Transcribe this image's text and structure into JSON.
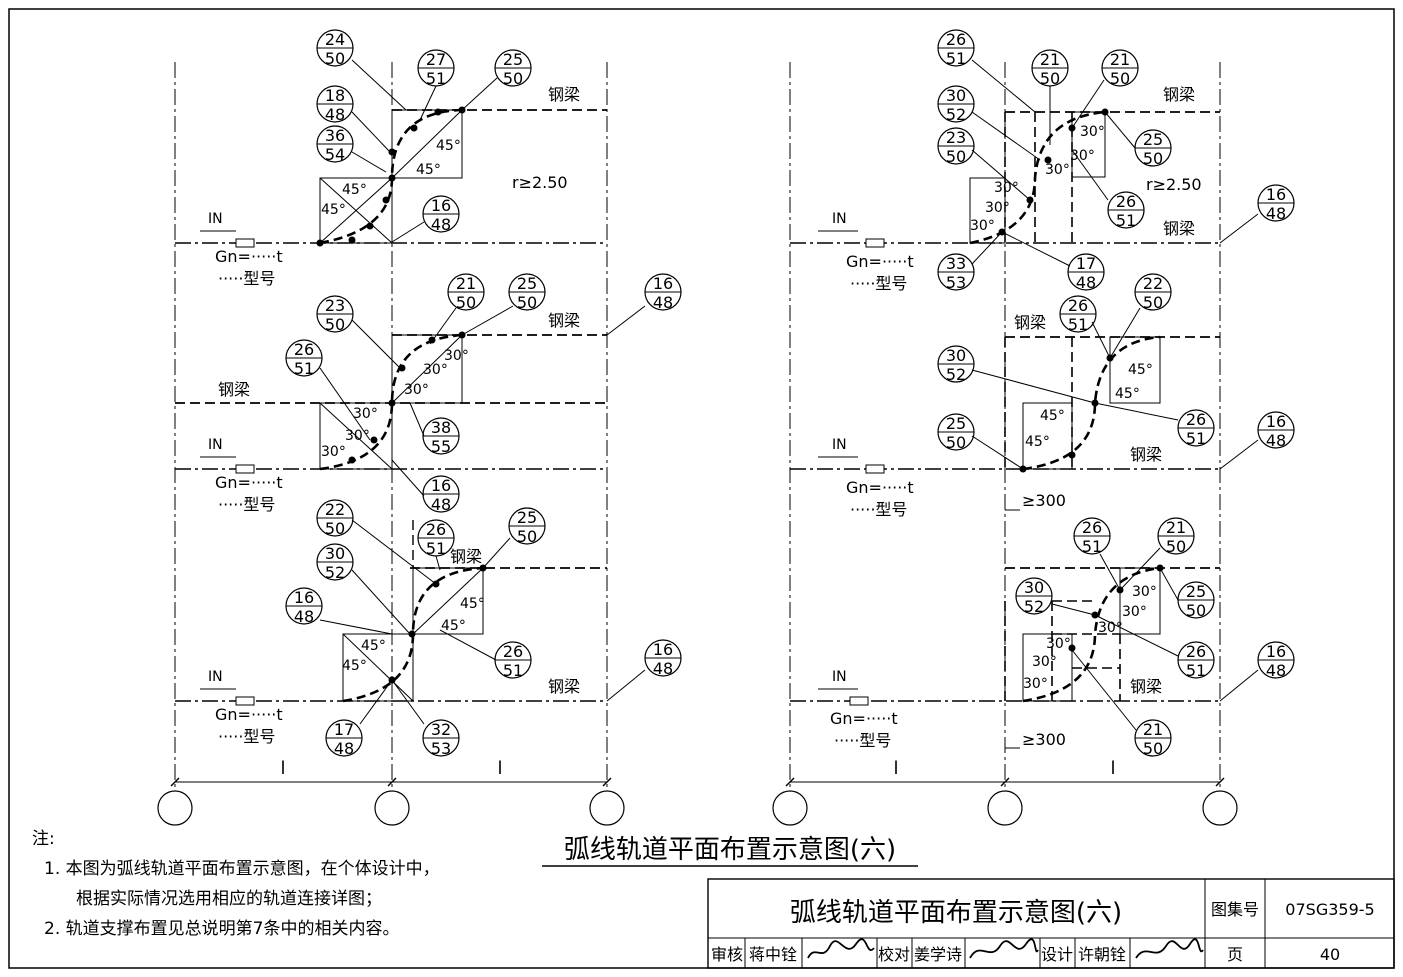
{
  "drawing_title": "弧线轨道平面布置示意图(六)",
  "notes": {
    "label": "注:",
    "items": [
      "1. 本图为弧线轨道平面布置示意图，在个体设计中，",
      "根据实际情况选用相应的轨道连接详图；",
      "2. 轨道支撑布置见总说明第7条中的相关内容。"
    ]
  },
  "labels": {
    "steel_beam": "钢梁",
    "radius": "r≥2.50",
    "track_symbol": "IN",
    "gn": "Gn=·····t",
    "model": "·····型号",
    "span": "l",
    "min300": "≥300",
    "deg45": "45°",
    "deg30": "30°"
  },
  "detail_refs": {
    "left_top": [
      {
        "num": "24",
        "page": "50"
      },
      {
        "num": "27",
        "page": "51"
      },
      {
        "num": "25",
        "page": "50"
      },
      {
        "num": "18",
        "page": "48"
      },
      {
        "num": "36",
        "page": "54"
      },
      {
        "num": "16",
        "page": "48"
      }
    ],
    "left_mid": [
      {
        "num": "21",
        "page": "50"
      },
      {
        "num": "25",
        "page": "50"
      },
      {
        "num": "16",
        "page": "48"
      },
      {
        "num": "23",
        "page": "50"
      },
      {
        "num": "26",
        "page": "51"
      },
      {
        "num": "38",
        "page": "55"
      },
      {
        "num": "16",
        "page": "48"
      }
    ],
    "left_bot": [
      {
        "num": "22",
        "page": "50"
      },
      {
        "num": "26",
        "page": "51"
      },
      {
        "num": "25",
        "page": "50"
      },
      {
        "num": "30",
        "page": "52"
      },
      {
        "num": "16",
        "page": "48"
      },
      {
        "num": "26",
        "page": "51"
      },
      {
        "num": "16",
        "page": "48"
      },
      {
        "num": "17",
        "page": "48"
      },
      {
        "num": "32",
        "page": "53"
      }
    ],
    "right_top": [
      {
        "num": "26",
        "page": "51"
      },
      {
        "num": "21",
        "page": "50"
      },
      {
        "num": "21",
        "page": "50"
      },
      {
        "num": "30",
        "page": "52"
      },
      {
        "num": "25",
        "page": "50"
      },
      {
        "num": "23",
        "page": "50"
      },
      {
        "num": "26",
        "page": "51"
      },
      {
        "num": "16",
        "page": "48"
      },
      {
        "num": "33",
        "page": "53"
      },
      {
        "num": "17",
        "page": "48"
      }
    ],
    "right_mid": [
      {
        "num": "26",
        "page": "51"
      },
      {
        "num": "22",
        "page": "50"
      },
      {
        "num": "30",
        "page": "52"
      },
      {
        "num": "26",
        "page": "51"
      },
      {
        "num": "16",
        "page": "48"
      },
      {
        "num": "25",
        "page": "50"
      }
    ],
    "right_bot": [
      {
        "num": "26",
        "page": "51"
      },
      {
        "num": "21",
        "page": "50"
      },
      {
        "num": "30",
        "page": "52"
      },
      {
        "num": "25",
        "page": "50"
      },
      {
        "num": "26",
        "page": "51"
      },
      {
        "num": "16",
        "page": "48"
      },
      {
        "num": "21",
        "page": "50"
      }
    ]
  },
  "title_block": {
    "title": "弧线轨道平面布置示意图(六)",
    "atlas_label": "图集号",
    "atlas_no": "07SG359-5",
    "page_label": "页",
    "page_no": "40",
    "review_label": "审核",
    "reviewer": "蒋中铨",
    "check_label": "校对",
    "checker": "姜学诗",
    "design_label": "设计",
    "designer": "许朝铨"
  }
}
